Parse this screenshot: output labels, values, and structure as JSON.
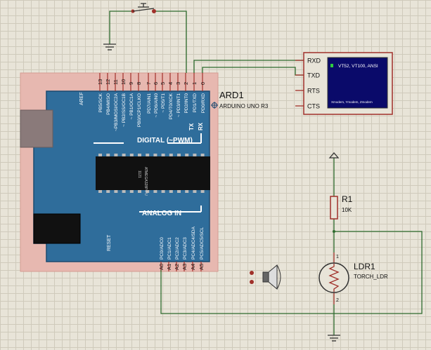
{
  "arduino": {
    "ref": "ARD1",
    "model": "ARDUINO UNO R3",
    "digital_label": "DIGITAL (~PWM)",
    "analog_label": "ANALOG IN",
    "chip_label": "ATMEGA328P-PU",
    "chip_code": "1121",
    "aref": "AREF",
    "reset": "RESET",
    "tx": "TX",
    "rx": "RX",
    "digital_pins": [
      "13",
      "12",
      "11",
      "10",
      "9",
      "8",
      "7",
      "6",
      "5",
      "4",
      "3",
      "2",
      "1",
      "0"
    ],
    "digital_names": [
      "PB5/SCK",
      "PB4/MISO",
      "~PB3/MOSI/OC2A",
      "~ PB2/SS/OC1B",
      "~ PB1/OC1A",
      "PB0/ICP1/CLKO",
      "PD7/AIN1",
      "~ PD6/AIN0",
      "~ PD5/T1",
      "PD4/T0/XCK",
      "~ PD3/INT1",
      "PD2/INT0",
      "PD1/TXD",
      "PD0/RXD"
    ],
    "analog_pins": [
      "A0",
      "A1",
      "A2",
      "A3",
      "A4",
      "A5"
    ],
    "analog_names": [
      "PC0/ADC0",
      "PC1/ADC1",
      "PC2/ADC2",
      "PC3/ADC3",
      "PC4/ADC4/SDA",
      "PC5/ADC5/SCL"
    ]
  },
  "terminal": {
    "pins": [
      "RXD",
      "TXD",
      "RTS",
      "CTS"
    ],
    "screen_title": "VT52, VT100, ANSI",
    "screen_footer": "Xmodem, Ymodem, Zmodem"
  },
  "resistor": {
    "ref": "R1",
    "value": "10K"
  },
  "ldr": {
    "ref": "LDR1",
    "model": "TORCH_LDR",
    "pin1": "1",
    "pin2": "2"
  },
  "colors": {
    "board": "#2f6d9b",
    "board_shadow": "#e7b8b0",
    "wire": "#2e6b2e",
    "pin": "#a0302a",
    "screen": "#0a0a6a"
  }
}
